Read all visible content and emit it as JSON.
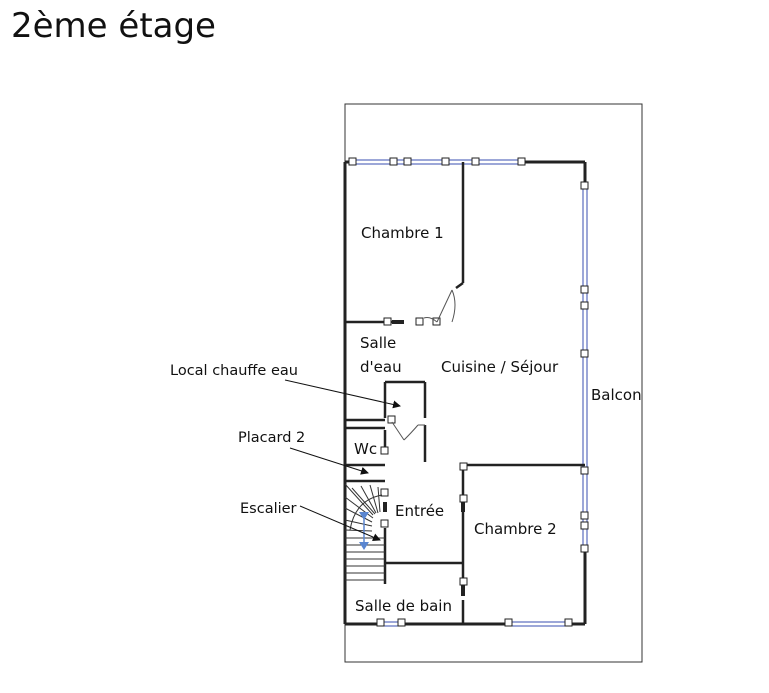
{
  "title": "2ème étage",
  "rooms": {
    "chambre1": "Chambre 1",
    "salle_eau_1": "Salle",
    "salle_eau_2": "d'eau",
    "cuisine": "Cuisine / Séjour",
    "balcon": "Balcon",
    "wc": "Wc",
    "entree": "Entrée",
    "chambre2": "Chambre 2",
    "salle_bain": "Salle de bain"
  },
  "callouts": {
    "chauffe_eau": "Local chauffe eau",
    "placard": "Placard 2",
    "escalier": "Escalier"
  },
  "colors": {
    "wall": "#222222",
    "window": "#3a4fb0",
    "stair_arrow": "#5a86d0"
  }
}
